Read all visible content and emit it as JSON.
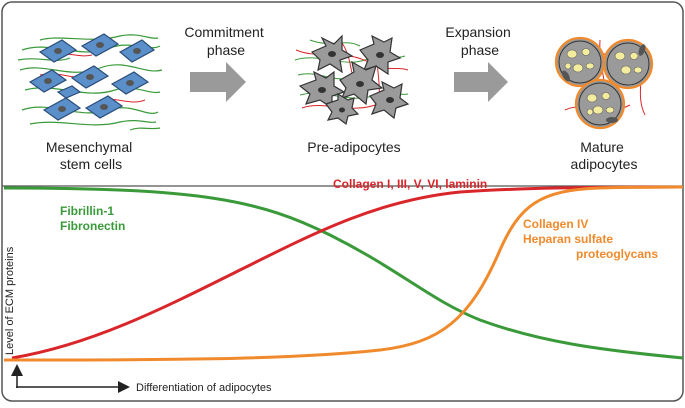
{
  "stages": [
    {
      "label_lines": [
        "Mesenchymal",
        "stem cells"
      ]
    },
    {
      "label_lines": [
        "Pre-adipocytes"
      ]
    },
    {
      "label_lines": [
        "Mature",
        "adipocytes"
      ]
    }
  ],
  "phases": [
    {
      "label_lines": [
        "Commitment",
        "phase"
      ]
    },
    {
      "label_lines": [
        "Expansion",
        "phase"
      ]
    }
  ],
  "curves": [
    {
      "lines": [
        "Fibrillin-1",
        "Fibronectin"
      ],
      "color": "#3a9a3a"
    },
    {
      "lines": [
        "Collagen I, III, V, VI, laminin"
      ],
      "color": "#d9262b"
    },
    {
      "lines": [
        "Collagen IV",
        "Heparan sulfate",
        "proteoglycans"
      ],
      "color": "#f08a2c"
    }
  ],
  "axes": {
    "x_label": "Differentiation of adipocytes",
    "y_label": "Level of ECM proteins"
  },
  "colors": {
    "frame": "#555555",
    "arrow": "#9a9a9a",
    "cell_blue": "#5b8fc9",
    "cell_gray": "#8a8a8a",
    "fiber_green": "#3a9a3a",
    "fiber_red": "#d9262b",
    "lipid_yellow": "#f3ec9e"
  }
}
